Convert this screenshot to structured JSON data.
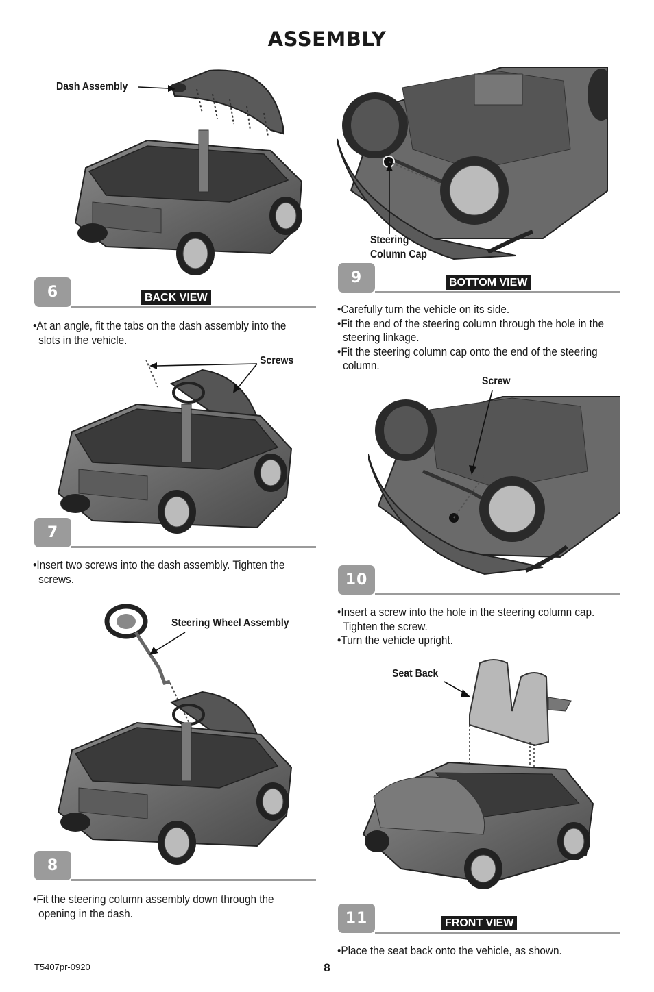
{
  "page": {
    "title": "ASSEMBLY",
    "footer_code": "T5407pr-0920",
    "page_number": "8"
  },
  "steps": [
    {
      "number": "6",
      "view_label": "BACK VIEW",
      "callouts": [
        "Dash Assembly"
      ],
      "instructions": [
        "At an angle, fit the tabs on the dash assembly into the slots in the vehicle."
      ]
    },
    {
      "number": "7",
      "view_label": "",
      "callouts": [
        "Screws"
      ],
      "instructions": [
        "Insert two screws into the dash assembly. Tighten the screws."
      ]
    },
    {
      "number": "8",
      "view_label": "",
      "callouts": [
        "Steering Wheel Assembly"
      ],
      "instructions": [
        "Fit the steering column assembly down through the opening in the dash."
      ]
    },
    {
      "number": "9",
      "view_label": "BOTTOM VIEW",
      "callouts": [
        "Steering",
        "Column Cap"
      ],
      "instructions": [
        "Carefully turn the vehicle on its side.",
        "Fit the end of the steering column through the hole in the steering linkage.",
        "Fit the steering column cap onto the end of the steering column."
      ]
    },
    {
      "number": "10",
      "view_label": "",
      "callouts": [
        "Screw"
      ],
      "instructions": [
        "Insert a screw into the hole in the steering column cap. Tighten the screw.",
        "Turn the vehicle upright."
      ]
    },
    {
      "number": "11",
      "view_label": "FRONT VIEW",
      "callouts": [
        "Seat Back"
      ],
      "instructions": [
        "Place the seat back onto the vehicle, as shown."
      ]
    }
  ],
  "colors": {
    "badge_gray": "#9b9b9b",
    "label_black": "#1a1a1a",
    "car_body": "#6e6e6e"
  },
  "illustrations": [
    "car-back-view-dash-icon",
    "car-back-view-screws-icon",
    "car-back-view-steering-wheel-icon",
    "car-bottom-view-cap-icon",
    "car-bottom-view-screw-icon",
    "car-front-view-seat-icon"
  ]
}
